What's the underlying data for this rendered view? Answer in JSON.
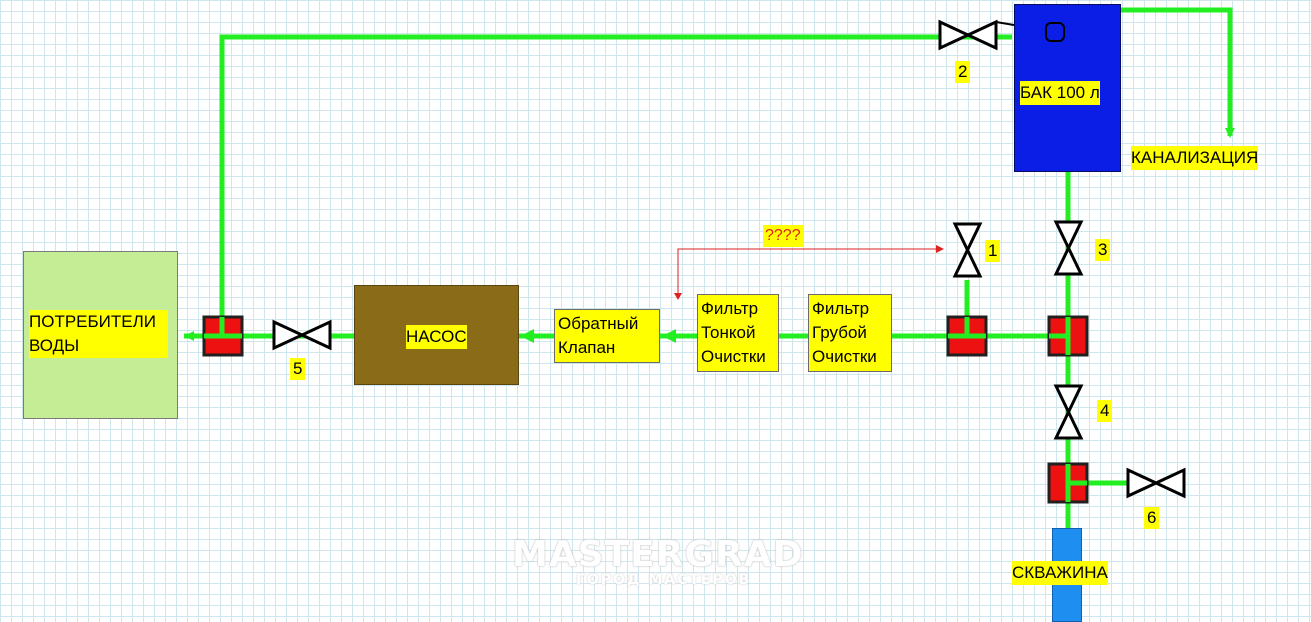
{
  "diagram": {
    "colors": {
      "pipe": "#22ee22",
      "tank": "#0b1ee6",
      "well": "#1e8ff0",
      "pump": "#8a6b18",
      "consumers": "#c4ed95",
      "tee": "#ee1111",
      "label_bg": "#ffff00",
      "annotation": "#dd2222"
    },
    "nodes": {
      "consumers": "ПОТРЕБИТЕЛИ ВОДЫ",
      "pump": "НАСОС",
      "check_valve": "Обратный Клапан",
      "fine_filter": "Фильтр Тонкой Очистки",
      "coarse_filter": "Фильтр Грубой Очистки",
      "tank": "БАК 100 л",
      "sewer": "КАНАЛИЗАЦИЯ",
      "well": "СКВАЖИНА"
    },
    "valves": {
      "v1": "1",
      "v2": "2",
      "v3": "3",
      "v4": "4",
      "v5": "5",
      "v6": "6"
    },
    "annotation": "????",
    "watermark": {
      "title": "MASTERGRAD",
      "subtitle": "ГОРОД МАСТЕРОВ"
    }
  }
}
